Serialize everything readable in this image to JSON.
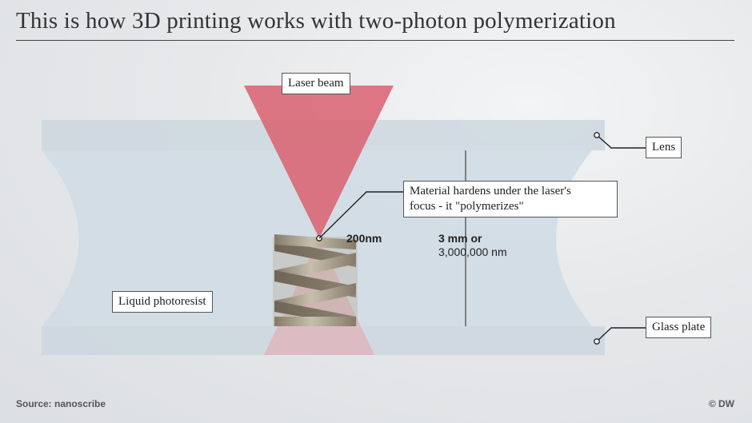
{
  "title": "This is how 3D printing works with two-photon polymerization",
  "labels": {
    "laser_beam": "Laser beam",
    "lens": "Lens",
    "material": "Material hardens under the laser's",
    "material_line2": "focus - it \"polymerizes\"",
    "focus_size": "200nm",
    "height_line1": "3 mm or",
    "height_line2": "3,000,000 nm",
    "liquid_photoresist": "Liquid photoresist",
    "glass_plate": "Glass plate"
  },
  "footer": {
    "source": "Source: nanoscribe",
    "credit": "© DW"
  },
  "colors": {
    "laser": "#d9606e",
    "glass": "#cdd8e2",
    "spring": "#9c9180"
  }
}
